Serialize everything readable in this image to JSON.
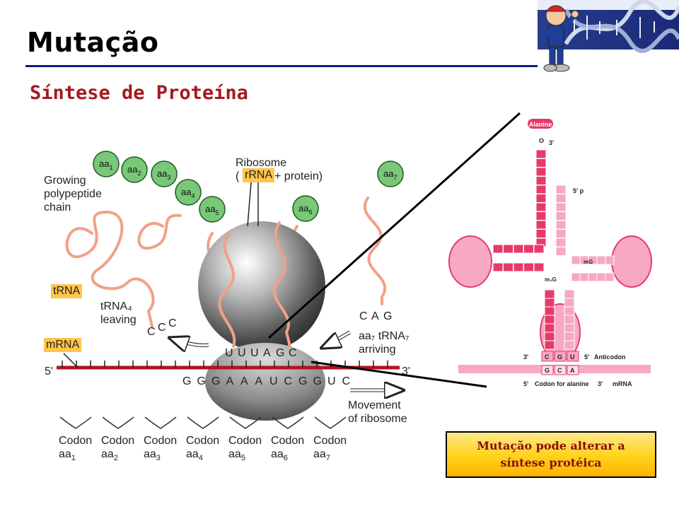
{
  "slide": {
    "title": "Mutação",
    "subtitle": "Síntese de Proteína",
    "callout": "Mutação pode alterar a\nsíntese protéica"
  },
  "ribosome_figure": {
    "growing_chain_label": "Growing polypeptide chain",
    "ribosome_label_line1": "Ribosome",
    "ribosome_label_line2_tag": "rRNA",
    "ribosome_label_line2_rest": "+ protein)",
    "trna_tag": "tRNA",
    "mrna_tag": "mRNA",
    "trna4_leaving": "tRNA4 leaving",
    "trna7_arriving": "aa7 tRNA7 arriving",
    "amino_acids": [
      "aa1",
      "aa2",
      "aa3",
      "aa4",
      "aa5",
      "aa6",
      "aa7"
    ],
    "leaving_anticodon": "CCC",
    "ribosome_anticodon": "UUUAGC",
    "arriving_anticodon": "CAG",
    "mrna_sequence": "GGGAAAUCGGUC",
    "five_prime": "5'",
    "three_prime": "3'",
    "movement_label": "Movement of ribosome",
    "codons": [
      {
        "label": "Codon",
        "aa": "aa1"
      },
      {
        "label": "Codon",
        "aa": "aa2"
      },
      {
        "label": "Codon",
        "aa": "aa3"
      },
      {
        "label": "Codon",
        "aa": "aa4"
      },
      {
        "label": "Codon",
        "aa": "aa5"
      },
      {
        "label": "Codon",
        "aa": "aa6"
      },
      {
        "label": "Codon",
        "aa": "aa7"
      }
    ]
  },
  "trna_figure": {
    "amino_acid": "Alanine",
    "acceptor_end": "O",
    "three_prime": "3'",
    "five_prime_p": "5' p",
    "anticodon_label": "Anticodon",
    "codon_label": "Codon for alanine",
    "mrna_label": "mRNA",
    "anticodon": [
      "C",
      "G",
      "U"
    ],
    "codon": [
      "G",
      "C",
      "A"
    ],
    "five_prime": "5'",
    "three_prime_bottom": "3'"
  },
  "colors": {
    "title_rule": "#0a1a8a",
    "subtitle": "#a31a1f",
    "mrna": "#b4141e",
    "amino_acid": "#78c878",
    "trna_pink": "#e83a6a",
    "trna_light": "#f7a8c4",
    "callout_text": "#8a0a0a"
  }
}
